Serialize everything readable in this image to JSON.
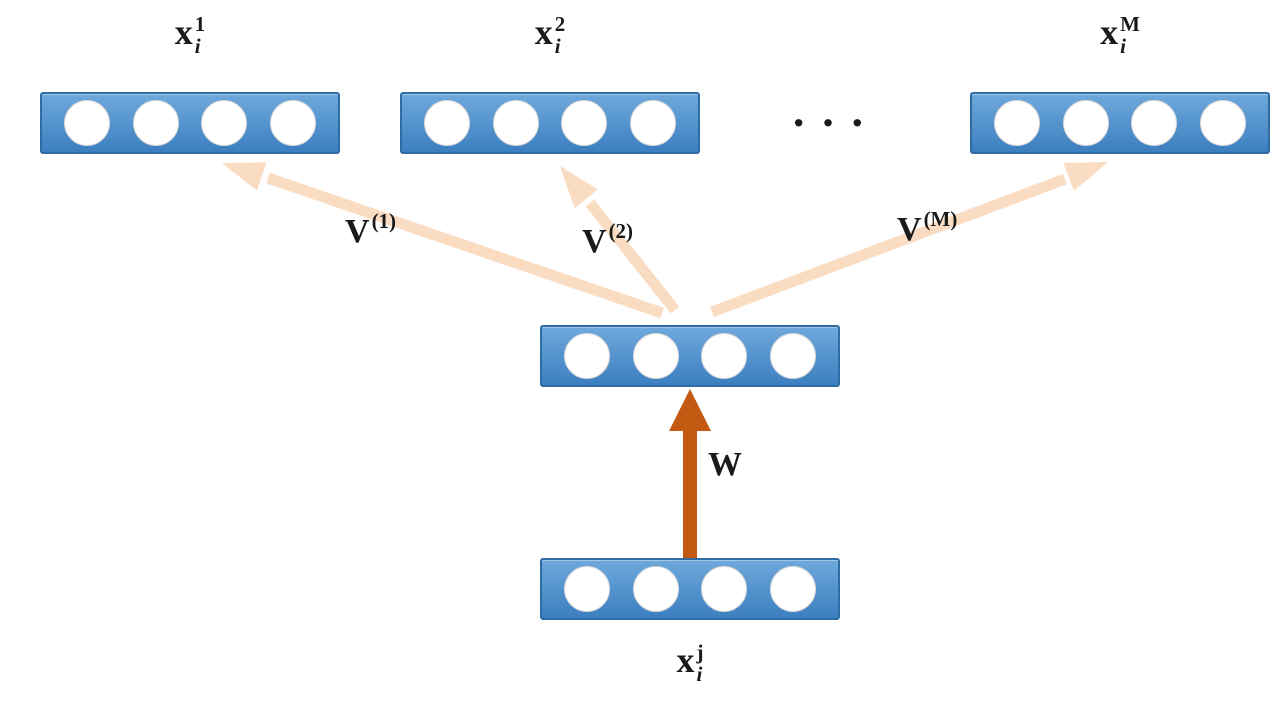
{
  "colors": {
    "node_top": "#6fa9dc",
    "node_bottom": "#3c7fc0",
    "node_border": "#2e6ca3",
    "unit_fill": "#ffffff",
    "unit_border": "#d8d8d8",
    "v_arrow": "#fadcc3",
    "w_arrow": "#c45911",
    "text": "#1a1a1a"
  },
  "labels": {
    "x1": {
      "base": "x",
      "sup": "1",
      "sub": "i"
    },
    "x2": {
      "base": "x",
      "sup": "2",
      "sub": "i"
    },
    "xM": {
      "base": "x",
      "sup": "M",
      "sub": "i"
    },
    "xj": {
      "base": "x",
      "sup": "j",
      "sub": "i"
    },
    "v1": {
      "base": "V",
      "sup": "(1)"
    },
    "v2": {
      "base": "V",
      "sup": "(2)"
    },
    "vM": {
      "base": "V",
      "sup": "(M)"
    },
    "w": {
      "base": "W"
    },
    "dots": "···"
  },
  "layers": {
    "output_1": {
      "units": 4
    },
    "output_2": {
      "units": 4
    },
    "output_M": {
      "units": 4
    },
    "hidden": {
      "units": 4
    },
    "input": {
      "units": 4
    }
  }
}
